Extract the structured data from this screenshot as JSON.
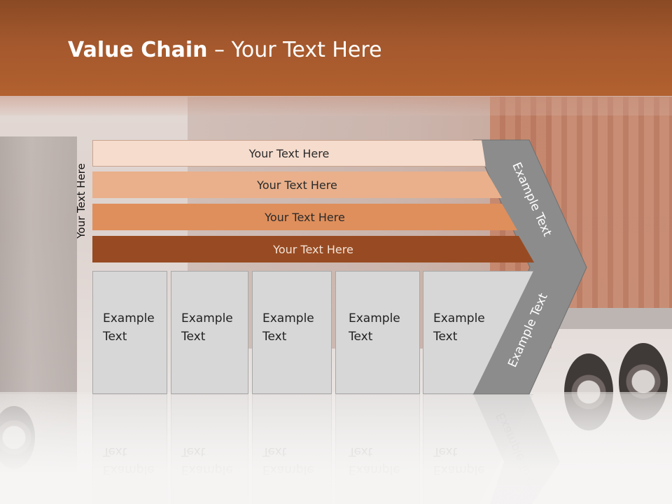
{
  "slide": {
    "title_bold": "Value Chain",
    "title_rest": " – Your Text Here",
    "side_label": "Your Text Here"
  },
  "support_bars": [
    {
      "label": "Your Text Here",
      "color": "#f5dccd"
    },
    {
      "label": "Your Text Here",
      "color": "#e9b08b"
    },
    {
      "label": "Your Text Here",
      "color": "#df8f5c"
    },
    {
      "label": "Your Text Here",
      "color": "#984b22"
    }
  ],
  "primary_boxes": [
    {
      "line1": "Example",
      "line2": "Text"
    },
    {
      "line1": "Example",
      "line2": "Text"
    },
    {
      "line1": "Example",
      "line2": "Text"
    },
    {
      "line1": "Example",
      "line2": "Text"
    },
    {
      "line1": "Example",
      "line2": "Text"
    }
  ],
  "chevron": {
    "upper_label": "Example Text",
    "lower_label": "Example Text",
    "color": "#8c8c8c"
  }
}
